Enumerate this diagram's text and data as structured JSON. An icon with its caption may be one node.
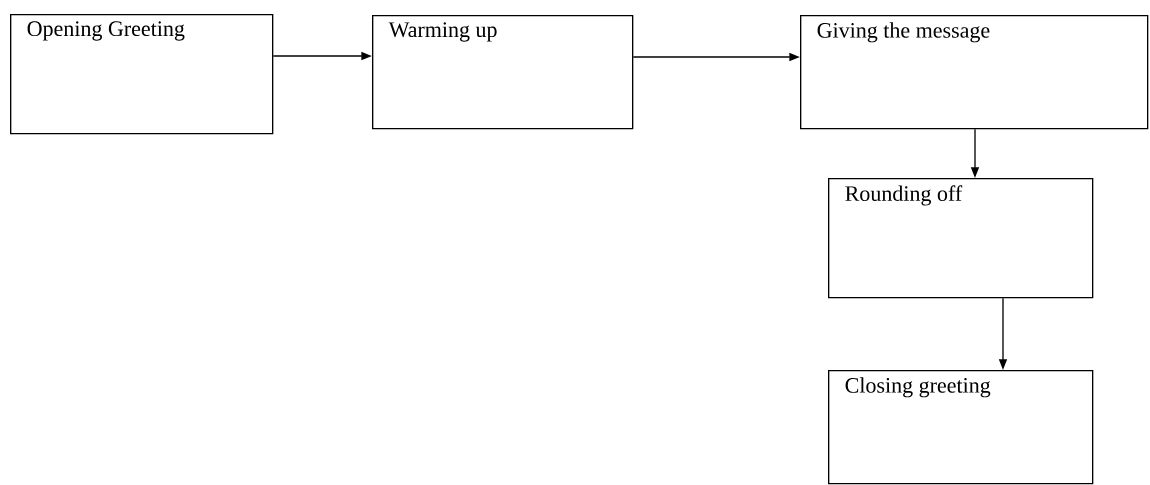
{
  "diagram": {
    "nodes": [
      {
        "text": [
          "Opening Greeting"
        ]
      },
      {
        "text": [
          "Warming up"
        ]
      },
      {
        "text": [
          "Giving the message"
        ]
      },
      {
        "text": [
          "Rounding off"
        ]
      },
      {
        "text": [
          "Closing greeting"
        ]
      }
    ],
    "edges": [
      {
        "from": 0,
        "to": 1,
        "arrow": "to"
      },
      {
        "from": 1,
        "to": 2,
        "arrow": "to"
      },
      {
        "from": 2,
        "to": 3,
        "arrow": "to"
      },
      {
        "from": 3,
        "to": 4,
        "arrow": "to"
      }
    ]
  }
}
